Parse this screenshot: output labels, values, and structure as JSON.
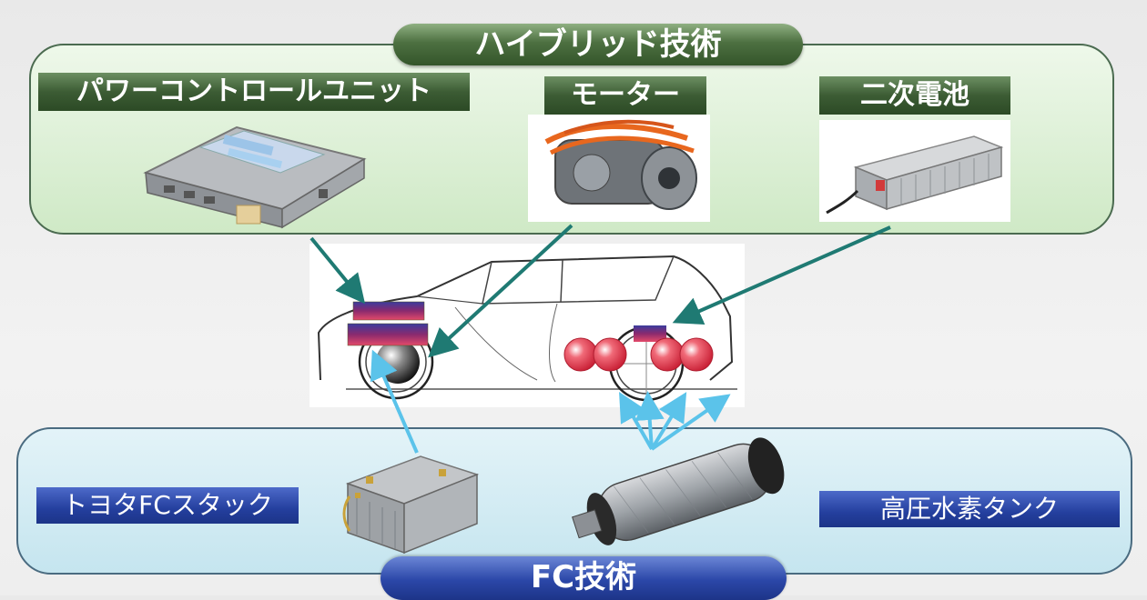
{
  "hybrid": {
    "title": "ハイブリッド技術",
    "components": {
      "pcu": "パワーコントロールユニット",
      "motor": "モーター",
      "battery": "二次電池"
    }
  },
  "fc": {
    "title": "FC技術",
    "components": {
      "stack": "トヨタFCスタック",
      "tank": "高圧水素タンク"
    }
  },
  "colors": {
    "hybrid_panel": "#cfe9c6",
    "hybrid_label": "#3c5c34",
    "fc_panel": "#c5e5ef",
    "fc_label": "#243f9e",
    "hybrid_arrow": "#1f7a73",
    "fc_arrow": "#5bc3ea",
    "component_bar": "#8a2a6e",
    "tank_sphere": "#e83a4a"
  }
}
